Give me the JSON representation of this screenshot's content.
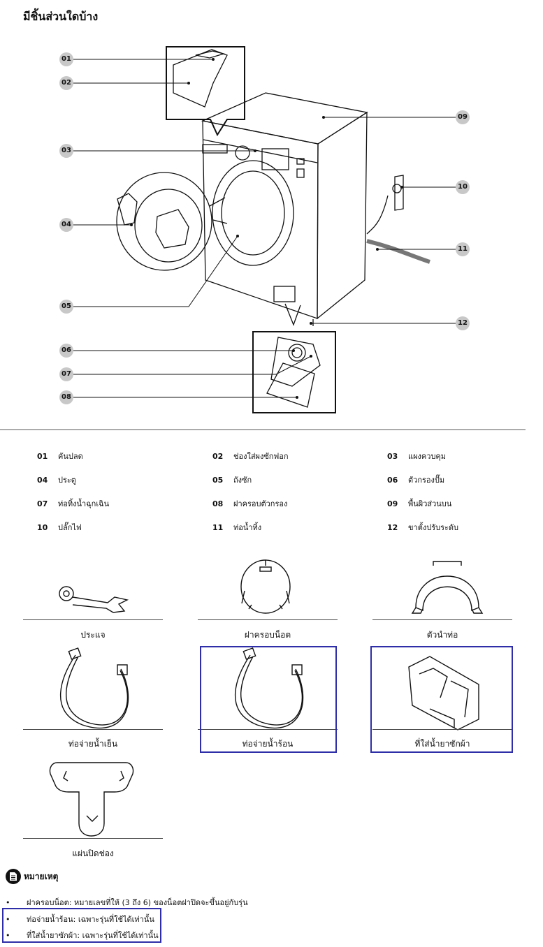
{
  "title": "มีชิ้นส่วนใดบ้าง",
  "callouts": [
    "01",
    "02",
    "03",
    "04",
    "05",
    "06",
    "07",
    "08",
    "09",
    "10",
    "11",
    "12"
  ],
  "legend": [
    {
      "num": "01",
      "label": "คันปลด"
    },
    {
      "num": "02",
      "label": "ช่องใส่ผงซักฟอก"
    },
    {
      "num": "03",
      "label": "แผงควบคุม"
    },
    {
      "num": "04",
      "label": "ประตู"
    },
    {
      "num": "05",
      "label": "ถังซัก"
    },
    {
      "num": "06",
      "label": "ตัวกรองปั๊ม"
    },
    {
      "num": "07",
      "label": "ท่อทิ้งน้ำฉุกเฉิน"
    },
    {
      "num": "08",
      "label": "ฝาครอบตัวกรอง"
    },
    {
      "num": "09",
      "label": "พื้นผิวส่วนบน"
    },
    {
      "num": "10",
      "label": "ปลั๊กไฟ"
    },
    {
      "num": "11",
      "label": "ท่อน้ำทิ้ง"
    },
    {
      "num": "12",
      "label": "ขาตั้งปรับระดับ"
    }
  ],
  "accessories": [
    {
      "label": "ประแจ",
      "icon": "wrench-icon"
    },
    {
      "label": "ฝาครอบน็อต",
      "icon": "bolt-cap-icon"
    },
    {
      "label": "ตัวนำท่อ",
      "icon": "hose-guide-icon"
    },
    {
      "label": "ท่อจ่ายน้ำเย็น",
      "icon": "cold-hose-icon"
    },
    {
      "label": "ท่อจ่ายน้ำร้อน",
      "icon": "hot-hose-icon"
    },
    {
      "label": "ที่ใส่น้ำยาซักผ้า",
      "icon": "detergent-drawer-icon"
    },
    {
      "label": "แผ่นปิดช่อง",
      "icon": "hole-cover-icon"
    }
  ],
  "note": {
    "heading": "หมายเหตุ",
    "items": [
      "ฝาครอบน็อต: หมายเลขที่ให้ (3 ถึง 6) ของน็อตฝาปิดจะขึ้นอยู่กับรุ่น",
      "ท่อจ่ายน้ำร้อน: เฉพาะรุ่นที่ใช้ได้เท่านั้น",
      "ที่ใส่น้ำยาซักผ้า: เฉพาะรุ่นที่ใช้ได้เท่านั้น"
    ],
    "bullet": "•"
  },
  "colors": {
    "highlight": "#2e2ea8",
    "callout_bg": "#c8c8c8"
  }
}
